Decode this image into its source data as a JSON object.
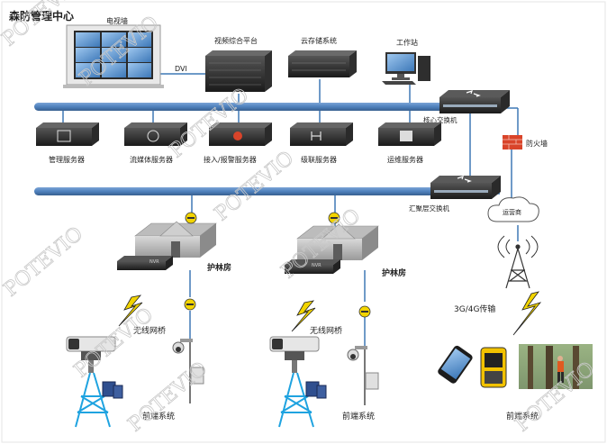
{
  "title": "森防管理中心",
  "center": {
    "video_wall": "电视墙",
    "dvi": "DVI",
    "video_platform": "视频综合平台",
    "cloud_storage": "云存储系统",
    "workstation": "工作站",
    "core_switch": "核心交换机",
    "firewall": "防火墙"
  },
  "servers": [
    "管理服务器",
    "流媒体服务器",
    "接入/报警服务器",
    "级联服务器",
    "运维服务器"
  ],
  "aggregation_switch": "汇聚层交换机",
  "operator": "运营商",
  "forest_house": "护林房",
  "nvr": "NVR",
  "wireless_bridge": "无线网桥",
  "transmission": "3G/4G传输",
  "front_end": "前端系统",
  "watermark": "POTEVIO",
  "colors": {
    "bus": "#4f81bd",
    "link": "#3f79b5",
    "device": "#2b2b2b",
    "tower": "#1fa3e0",
    "lightning": "#f2d400",
    "firewall": "#d9442a",
    "cloud": "#cfd8e8"
  }
}
